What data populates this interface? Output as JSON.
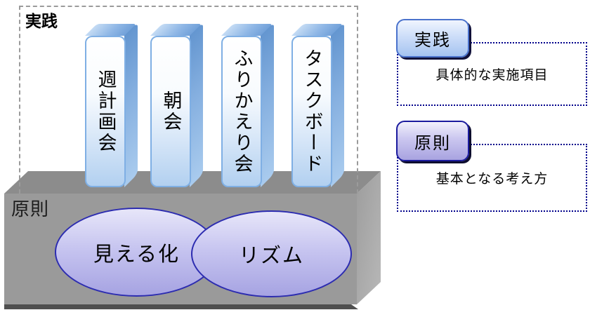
{
  "practice_region": {
    "label": "実践"
  },
  "pillars": [
    {
      "label": "週計画会"
    },
    {
      "label": "朝会"
    },
    {
      "label": "ふりかえり会"
    },
    {
      "label": "タスクボード"
    }
  ],
  "platform": {
    "label": "原則"
  },
  "principles": [
    {
      "label": "見える化"
    },
    {
      "label": "リズム"
    }
  ],
  "legend": [
    {
      "badge": "実践",
      "description": "具体的な実施項目"
    },
    {
      "badge": "原則",
      "description": "基本となる考え方"
    }
  ],
  "colors": {
    "pillar_blue": "#b2d0f0",
    "pillar_side_blue": "#6496d0",
    "pillar_border": "#7fafe4",
    "platform_gray_front": "#9a9a9a",
    "platform_gray_top": "#8c8c8c",
    "platform_gray_right": "#aaaaaa",
    "platform_shadow": "#4f4f4f",
    "ellipse_purple": "#a6a3e2",
    "ellipse_border": "#2c2cb0",
    "badge_practice_blue": "#a5c3f0",
    "badge_principle_purple": "#a8a3e0",
    "legend_border_navy": "#00008b",
    "dashed_region_gray": "#9b9b9b"
  }
}
